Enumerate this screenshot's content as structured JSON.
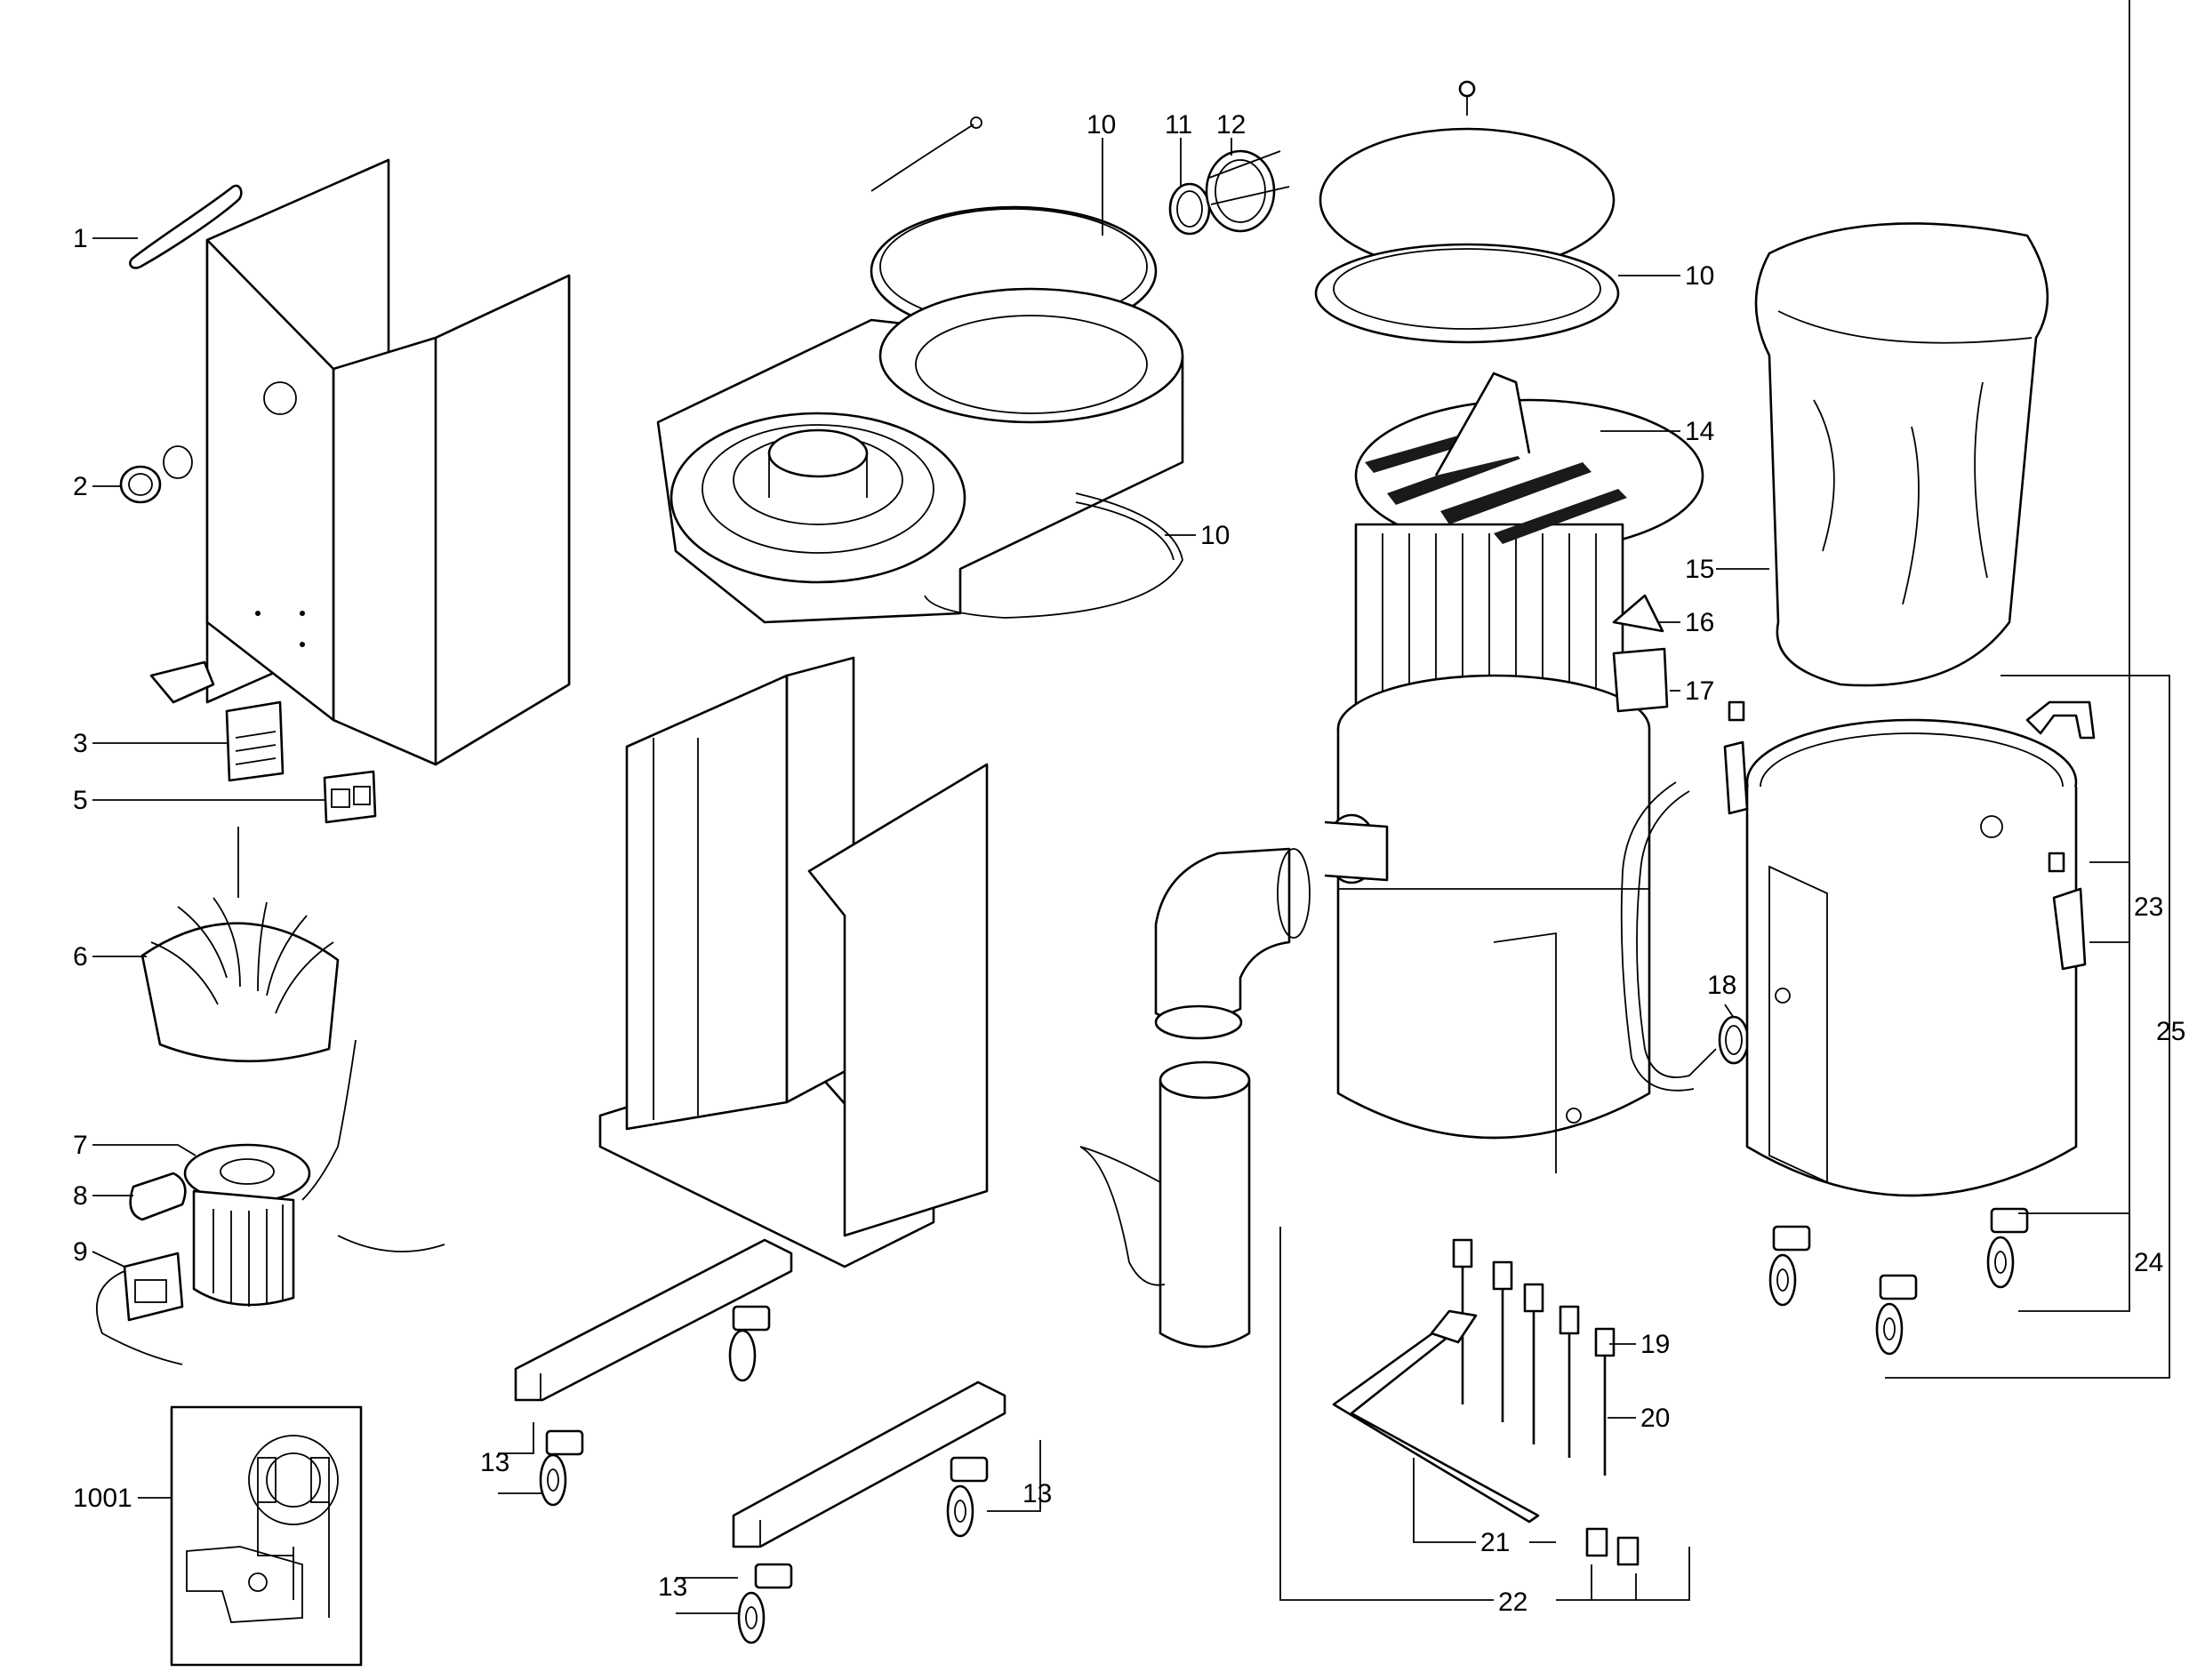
{
  "callouts": {
    "c1": "1",
    "c2": "2",
    "c3": "3",
    "c5": "5",
    "c6": "6",
    "c7": "7",
    "c8": "8",
    "c9": "9",
    "c10a": "10",
    "c11": "11",
    "c12": "12",
    "c10b": "10",
    "c14": "14",
    "c10c": "10",
    "c15": "15",
    "c16": "16",
    "c17": "17",
    "c18": "18",
    "c23": "23",
    "c25": "25",
    "c24": "24",
    "c19": "19",
    "c20": "20",
    "c21": "21",
    "c22": "22",
    "c13a": "13",
    "c13b": "13",
    "c13c": "13",
    "c1001": "1001"
  }
}
